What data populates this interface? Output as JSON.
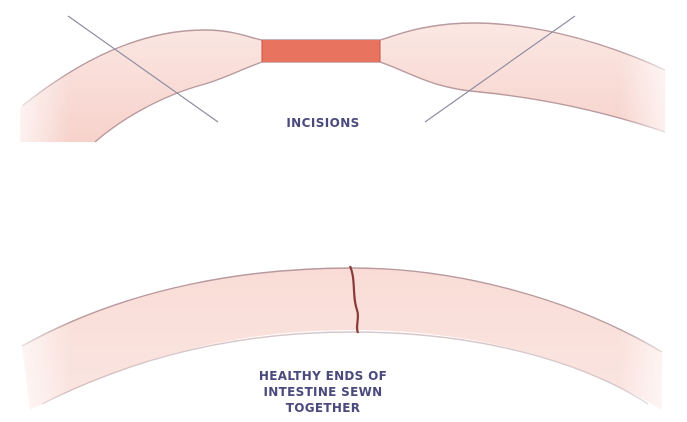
{
  "labels": {
    "incisions": "INCISIONS",
    "result_lines": [
      "HEALTHY ENDS OF",
      "INTESTINE SEWN",
      "TOGETHER"
    ]
  },
  "colors": {
    "tissue": "#f9d9d3",
    "tissue_edge": "#b8999d",
    "diseased_segment": "#e8735f",
    "suture": "#8b3a3a",
    "incision_line": "#8a8aa0",
    "label_text": "#4a4a7c"
  },
  "icons": [
    "intestine-before-shape",
    "diseased-segment",
    "incision-line",
    "intestine-after-shape",
    "suture-line"
  ]
}
